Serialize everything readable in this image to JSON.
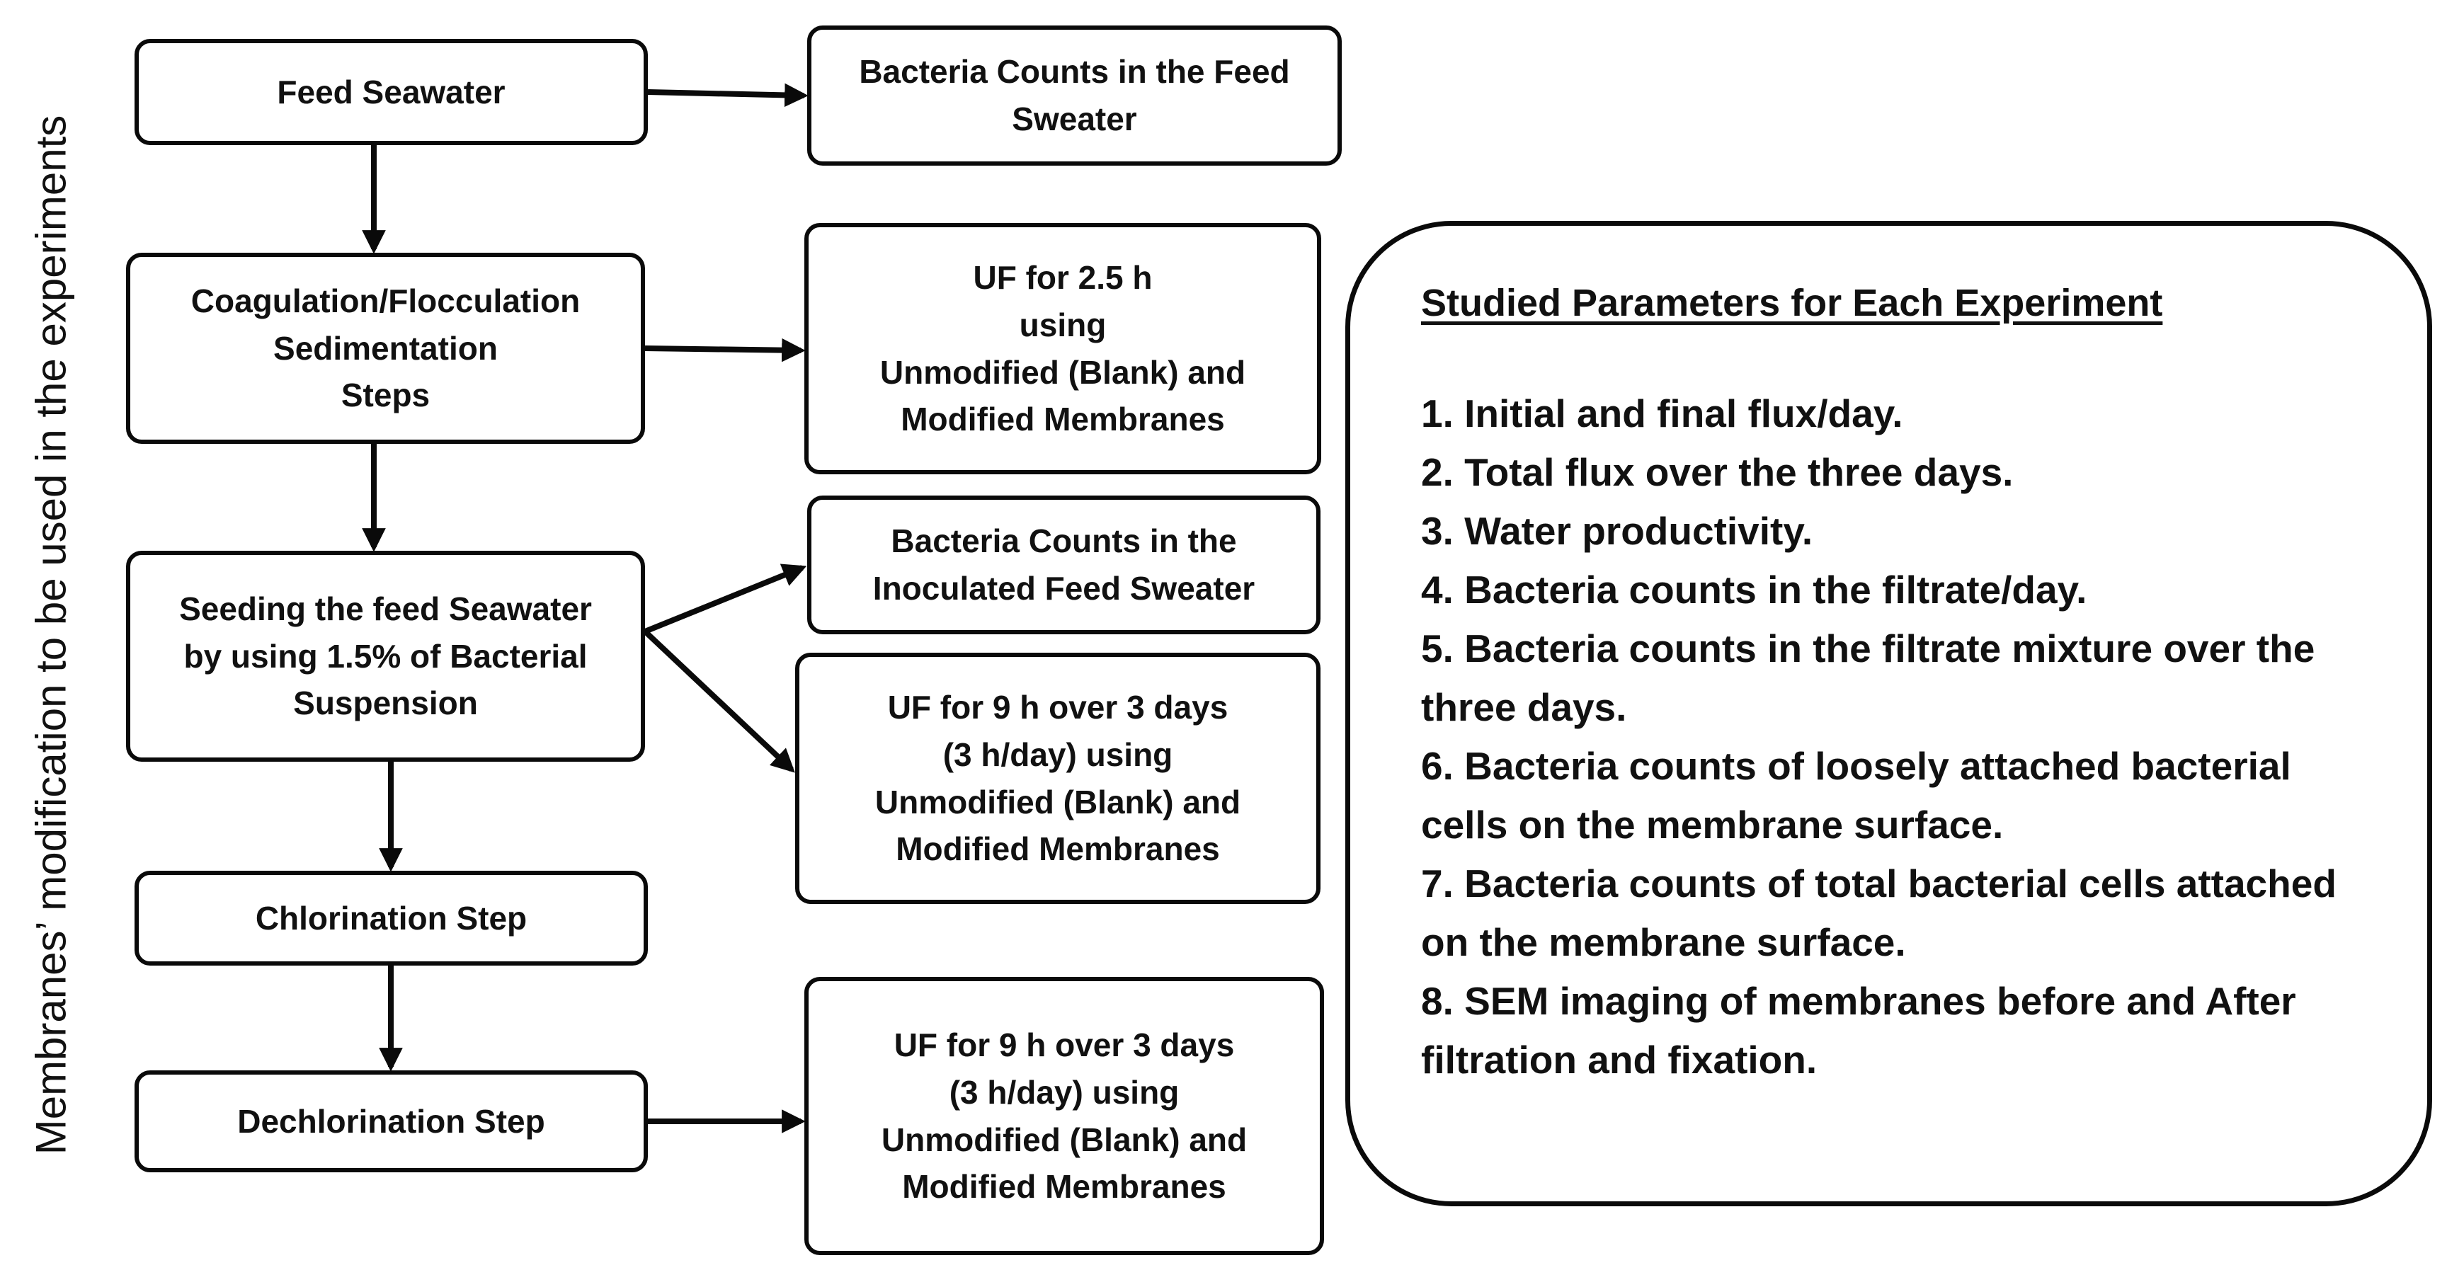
{
  "side_label": "Membranes’ modification to be used in the experiments",
  "left_column": {
    "feed": "Feed Seawater",
    "coag": "Coagulation/Flocculation\nSedimentation\nSteps",
    "seed": "Seeding the feed Seawater\nby using 1.5% of Bacterial\nSuspension",
    "chlor": "Chlorination Step",
    "dechlor": "Dechlorination Step"
  },
  "middle_column": {
    "bact_feed": "Bacteria Counts in the Feed\nSweater",
    "uf_25": "UF for 2.5 h\nusing\nUnmodified (Blank) and\nModified Membranes",
    "bact_inoc": "Bacteria Counts in the\nInoculated Feed Sweater",
    "uf_9_a": "UF for 9 h over 3 days\n(3 h/day) using\nUnmodified (Blank) and\nModified Membranes",
    "uf_9_b": "UF for 9 h over 3 days\n(3 h/day) using\nUnmodified (Blank) and\nModified Membranes"
  },
  "parameters": {
    "title": "Studied Parameters for Each Experiment",
    "items": [
      "1. Initial and final flux/day.",
      "2. Total flux over the three days.",
      "3. Water productivity.",
      "4. Bacteria counts in the filtrate/day.",
      "5. Bacteria counts in the filtrate mixture over the three days.",
      "6. Bacteria counts of loosely attached bacterial cells on the membrane surface.",
      "7. Bacteria counts of total bacterial cells attached on the membrane surface.",
      "8. SEM imaging of membranes before and After filtration and fixation."
    ]
  }
}
